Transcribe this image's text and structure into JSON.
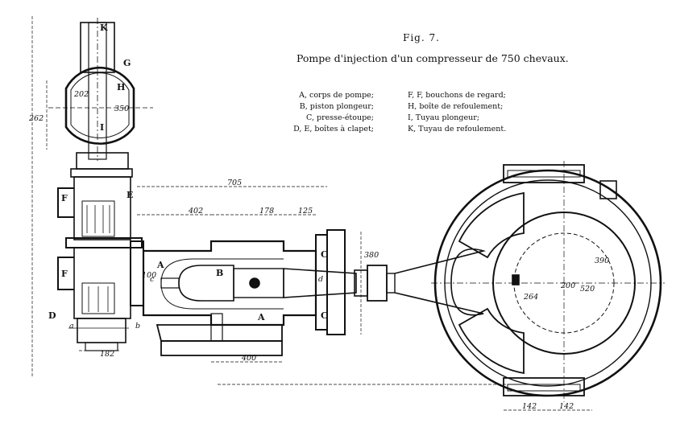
{
  "figure": {
    "number": "Fig. 7.",
    "caption": "Pompe d'injection d'un compresseur de 750 chevaux."
  },
  "legend": {
    "left": [
      "A, corps de pompe;",
      "B, piston plongeur;",
      "C, presse-étoupe;",
      "D, E, boîtes à clapet;"
    ],
    "right": [
      "F, F, bouchons de regard;",
      "H, boîte de refoulement;",
      "I, Tuyau plongeur;",
      "K, Tuyau de refoulement."
    ]
  },
  "part_labels": {
    "K": "K",
    "G": "G",
    "H": "H",
    "I": "I",
    "E": "E",
    "F_top": "F",
    "F_bottom": "F",
    "A_top": "A",
    "A_bottom": "A",
    "B": "B",
    "C_top": "C",
    "C_bottom": "C",
    "D": "D",
    "a": "a",
    "b": "b",
    "c": "c",
    "d": "d"
  },
  "dimensions": {
    "d705": "705",
    "d402": "402",
    "d178": "178",
    "d125": "125",
    "d380": "380",
    "d202": "202",
    "d350": "350",
    "d262": "262",
    "d100": "100",
    "d182": "182",
    "d400": "400",
    "d390": "390",
    "d264": "264",
    "d200": "200",
    "d520": "520",
    "d142a": "142",
    "d142b": "142"
  }
}
